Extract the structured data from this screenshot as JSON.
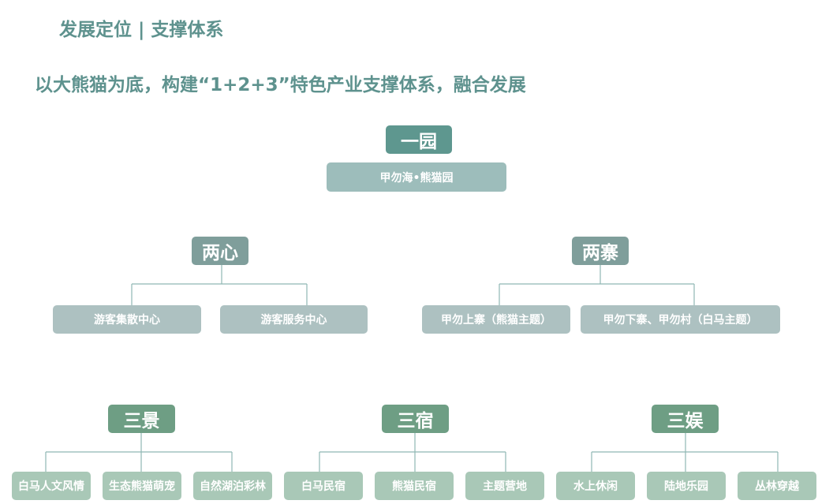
{
  "header": {
    "title": "发展定位 | 支撑体系",
    "subtitle": "以大熊猫为底，构建“1+2+3”特色产业支撑体系，融合发展"
  },
  "diagram": {
    "yi_yuan": {
      "label": "一园",
      "items": [
        "甲勿海•熊猫园"
      ]
    },
    "liang_xin": {
      "label": "两心",
      "items": [
        "游客集散中心",
        "游客服务中心"
      ]
    },
    "liang_zhai": {
      "label": "两寨",
      "items": [
        "甲勿上寨（熊猫主题）",
        "甲勿下寨、甲勿村（白马主题）"
      ]
    },
    "san_jing": {
      "label": "三景",
      "items": [
        "白马人文风情",
        "生态熊猫萌宠",
        "自然湖泊彩林"
      ]
    },
    "san_su": {
      "label": "三宿",
      "items": [
        "白马民宿",
        "熊猫民宿",
        "主题营地"
      ]
    },
    "san_yu": {
      "label": "三娱",
      "items": [
        "水上休闲",
        "陆地乐园",
        "丛林穿越"
      ]
    }
  },
  "colors": {
    "heading": "#5e928e",
    "yuan_category": "#5e978f",
    "yuan_item": "#9dbdbb",
    "center_category": "#7f9e9b",
    "center_item": "#adc1c1",
    "scene_category": "#6e9e84",
    "scene_item": "#a9c8b7"
  }
}
